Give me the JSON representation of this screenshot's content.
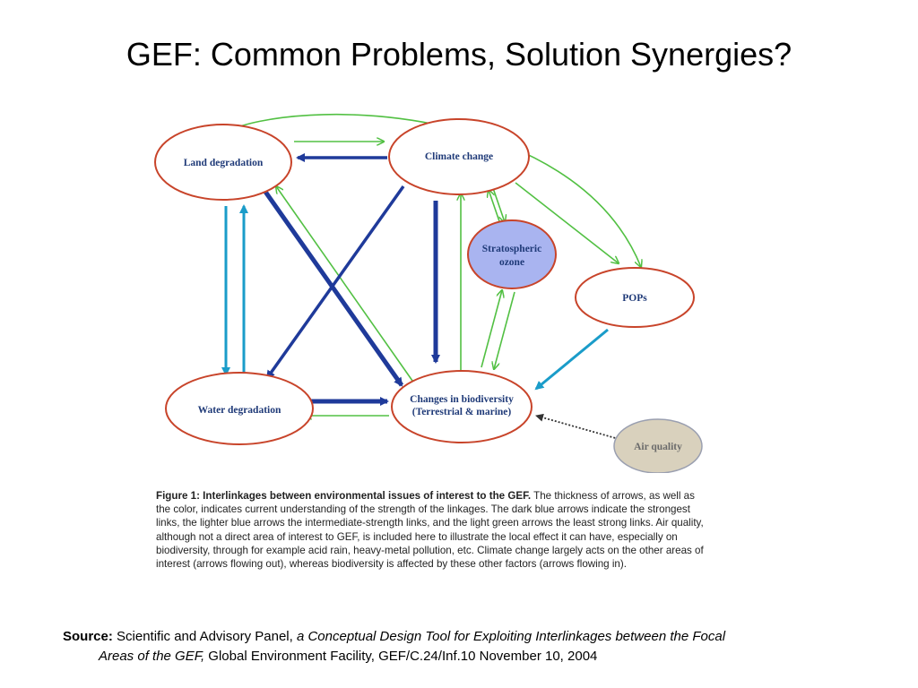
{
  "slide": {
    "title": "GEF: Common Problems, Solution Synergies?"
  },
  "diagram": {
    "nodes": {
      "land_degradation": "Land degradation",
      "climate_change": "Climate change",
      "stratospheric_ozone_line1": "Stratospheric",
      "stratospheric_ozone_line2": "ozone",
      "pops": "POPs",
      "water_degradation": "Water degradation",
      "biodiversity_line1": "Changes in biodiversity",
      "biodiversity_line2": "(Terrestrial & marine)",
      "air_quality": "Air quality"
    },
    "colors": {
      "node_border": "#c8442a",
      "ozone_fill": "#a9b4f0",
      "air_quality_fill": "#d9d1bd",
      "strong_link": "#1f3a9a",
      "intermediate_link": "#1a9cc9",
      "weak_link": "#52c043",
      "air_link": "#333333"
    }
  },
  "caption": {
    "title": "Figure 1: Interlinkages between environmental issues of interest to the GEF.",
    "body": " The thickness of arrows, as well as the color, indicates current understanding of the strength of the linkages. The dark blue arrows indicate the strongest links, the lighter blue arrows the intermediate-strength links, and the light green arrows the least strong links. Air quality, although not a direct area of interest to GEF, is included here to illustrate the local effect it can have, especially on biodiversity, through for example acid rain, heavy-metal pollution, etc. Climate change largely acts on the other areas of interest (arrows flowing out), whereas biodiversity is affected by these other factors (arrows flowing in)."
  },
  "source": {
    "label": "Source:",
    "text1": " Scientific and Advisory Panel, ",
    "italic1": "a Conceptual Design Tool for Exploiting Interlinkages between the Focal",
    "italic2": "Areas of the GEF,",
    "text2": " Global Environment Facility, GEF/C.24/Inf.10 November 10, 2004"
  }
}
